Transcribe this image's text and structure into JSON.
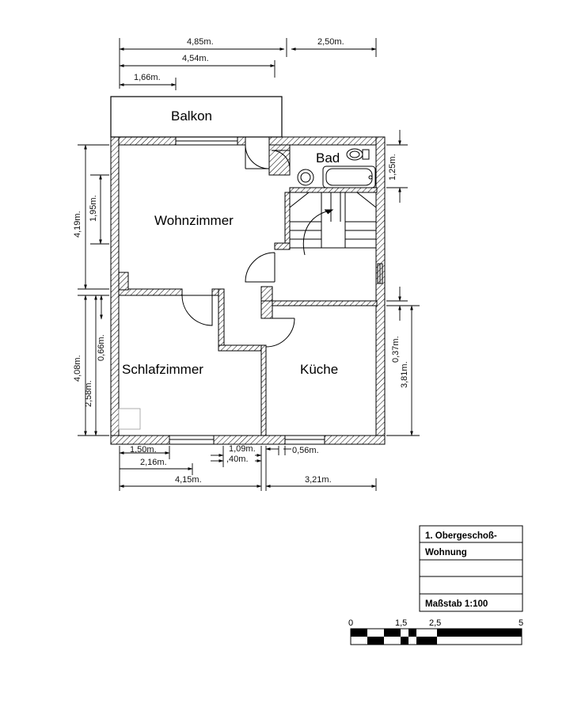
{
  "rooms": {
    "balkon": "Balkon",
    "bad": "Bad",
    "wohnzimmer": "Wohnzimmer",
    "schlafzimmer": "Schlafzimmer",
    "kueche": "Küche"
  },
  "dimensions": {
    "top_485": "4,85m.",
    "top_250": "2,50m.",
    "top_454": "4,54m.",
    "top_166": "1,66m.",
    "left_419": "4,19m.",
    "left_195": "1,95m.",
    "left_408": "4,08m.",
    "left_258": "2,58m.",
    "left_066": "0,66m.",
    "right_125": "1,25m.",
    "right_037": "0,37m.",
    "right_381": "3,81m.",
    "bottom_150": "1,50m.",
    "bottom_216": "2,16m.",
    "bottom_109": "1,09m.",
    "bottom_140": ",40m.",
    "bottom_056": "0,56m.",
    "bottom_415": "4,15m.",
    "bottom_321": "3,21m."
  },
  "title_block": {
    "line1": "1. Obergeschoß-",
    "line2": "Wohnung",
    "line3": "",
    "line4": "",
    "scale": "Maßstab 1:100"
  },
  "scale_bar": {
    "tick_0": "0",
    "tick_15": "1,5",
    "tick_25": "2,5",
    "tick_5": "5"
  }
}
